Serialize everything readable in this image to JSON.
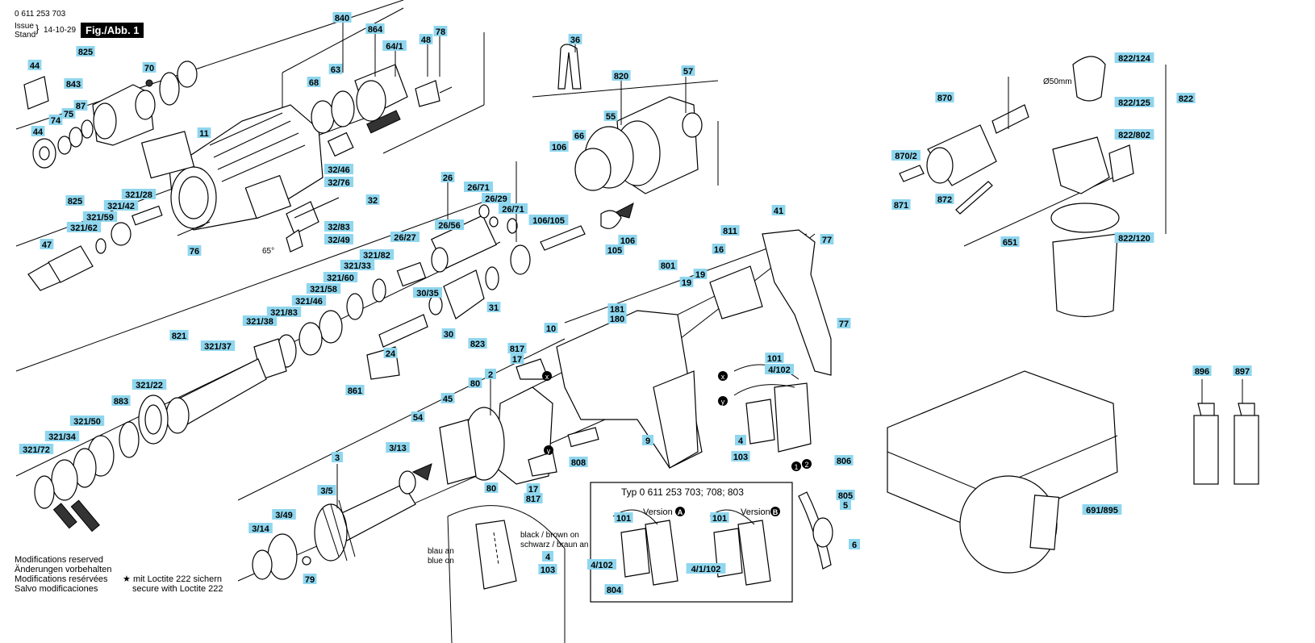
{
  "header": {
    "doc_number": "0 611 253 703",
    "issue_label": "Issue",
    "stand_label": "Stand",
    "issue_date": "14-10-29",
    "fig_label": "Fig./Abb. 1"
  },
  "notes": {
    "lines": [
      "Modifications reserved",
      "Änderungen vorbehalten",
      "Modifications resérvées",
      "Salvo modificaciones"
    ],
    "loctite_de": "mit Loctite 222 sichern",
    "loctite_en": "secure with Loctite 222",
    "star": "★"
  },
  "angle_label": "65°",
  "diameter_label": "Ø50mm",
  "version_box": {
    "title": "Typ 0 611 253 703; 708; 803",
    "version_a": "Version",
    "version_b": "Version",
    "badge_a": "A",
    "badge_b": "B"
  },
  "wiring_detail": {
    "left_de": "blau an",
    "left_en": "blue on",
    "right_en": "black / brown on",
    "right_de": "schwarz / braun an"
  },
  "callouts": [
    {
      "id": "c1",
      "text": "840"
    },
    {
      "id": "c2",
      "text": "864"
    },
    {
      "id": "c3",
      "text": "78"
    },
    {
      "id": "c4",
      "text": "64/1"
    },
    {
      "id": "c5",
      "text": "48"
    },
    {
      "id": "c6",
      "text": "825"
    },
    {
      "id": "c7",
      "text": "44"
    },
    {
      "id": "c8",
      "text": "843"
    },
    {
      "id": "c9",
      "text": "70"
    },
    {
      "id": "c10",
      "text": "68"
    },
    {
      "id": "c11",
      "text": "63"
    },
    {
      "id": "c12",
      "text": "87"
    },
    {
      "id": "c13",
      "text": "74"
    },
    {
      "id": "c14",
      "text": "75"
    },
    {
      "id": "c15",
      "text": "44"
    },
    {
      "id": "c16",
      "text": "11"
    },
    {
      "id": "c17",
      "text": "32/46"
    },
    {
      "id": "c18",
      "text": "32/76"
    },
    {
      "id": "c19",
      "text": "32"
    },
    {
      "id": "c20",
      "text": "825"
    },
    {
      "id": "c21",
      "text": "321/28"
    },
    {
      "id": "c22",
      "text": "321/42"
    },
    {
      "id": "c23",
      "text": "321/59"
    },
    {
      "id": "c24",
      "text": "321/62"
    },
    {
      "id": "c25",
      "text": "47"
    },
    {
      "id": "c26",
      "text": "76"
    },
    {
      "id": "c27",
      "text": "32/83"
    },
    {
      "id": "c28",
      "text": "32/49"
    },
    {
      "id": "c29",
      "text": "36"
    },
    {
      "id": "c30",
      "text": "820"
    },
    {
      "id": "c31",
      "text": "57"
    },
    {
      "id": "c32",
      "text": "55"
    },
    {
      "id": "c33",
      "text": "66"
    },
    {
      "id": "c34",
      "text": "106"
    },
    {
      "id": "c35",
      "text": "106/105"
    },
    {
      "id": "c36",
      "text": "106"
    },
    {
      "id": "c37",
      "text": "105"
    },
    {
      "id": "c38",
      "text": "26"
    },
    {
      "id": "c39",
      "text": "26/71"
    },
    {
      "id": "c40",
      "text": "26/29"
    },
    {
      "id": "c41",
      "text": "26/71"
    },
    {
      "id": "c42",
      "text": "26/56"
    },
    {
      "id": "c43",
      "text": "26/27"
    },
    {
      "id": "c44",
      "text": "321/82"
    },
    {
      "id": "c45",
      "text": "321/33"
    },
    {
      "id": "c46",
      "text": "321/60"
    },
    {
      "id": "c47",
      "text": "321/58"
    },
    {
      "id": "c48",
      "text": "321/46"
    },
    {
      "id": "c49",
      "text": "321/83"
    },
    {
      "id": "c50",
      "text": "321/38"
    },
    {
      "id": "c51",
      "text": "30/35"
    },
    {
      "id": "c52",
      "text": "31"
    },
    {
      "id": "c53",
      "text": "30"
    },
    {
      "id": "c54",
      "text": "24"
    },
    {
      "id": "c55",
      "text": "823"
    },
    {
      "id": "c56",
      "text": "821"
    },
    {
      "id": "c57",
      "text": "321/37"
    },
    {
      "id": "c58",
      "text": "321/22"
    },
    {
      "id": "c59",
      "text": "883"
    },
    {
      "id": "c60",
      "text": "321/50"
    },
    {
      "id": "c61",
      "text": "321/34"
    },
    {
      "id": "c62",
      "text": "321/72"
    },
    {
      "id": "c63",
      "text": "861"
    },
    {
      "id": "c64",
      "text": "10"
    },
    {
      "id": "c65",
      "text": "181"
    },
    {
      "id": "c66",
      "text": "180"
    },
    {
      "id": "c67",
      "text": "817"
    },
    {
      "id": "c68",
      "text": "17"
    },
    {
      "id": "c69",
      "text": "801"
    },
    {
      "id": "c70",
      "text": "811"
    },
    {
      "id": "c71",
      "text": "16"
    },
    {
      "id": "c72",
      "text": "19"
    },
    {
      "id": "c73",
      "text": "19"
    },
    {
      "id": "c74",
      "text": "41"
    },
    {
      "id": "c75",
      "text": "77"
    },
    {
      "id": "c76",
      "text": "77"
    },
    {
      "id": "c77",
      "text": "101"
    },
    {
      "id": "c78",
      "text": "4/102"
    },
    {
      "id": "c79",
      "text": "4"
    },
    {
      "id": "c80",
      "text": "103"
    },
    {
      "id": "c81",
      "text": "806"
    },
    {
      "id": "c82",
      "text": "805"
    },
    {
      "id": "c83",
      "text": "5"
    },
    {
      "id": "c84",
      "text": "6"
    },
    {
      "id": "c85",
      "text": "2"
    },
    {
      "id": "c86",
      "text": "80"
    },
    {
      "id": "c87",
      "text": "45"
    },
    {
      "id": "c88",
      "text": "9"
    },
    {
      "id": "c89",
      "text": "54"
    },
    {
      "id": "c90",
      "text": "3/13"
    },
    {
      "id": "c91",
      "text": "3"
    },
    {
      "id": "c92",
      "text": "3/5"
    },
    {
      "id": "c93",
      "text": "3/49"
    },
    {
      "id": "c94",
      "text": "3/14"
    },
    {
      "id": "c95",
      "text": "79"
    },
    {
      "id": "c96",
      "text": "80"
    },
    {
      "id": "c97",
      "text": "17"
    },
    {
      "id": "c98",
      "text": "817"
    },
    {
      "id": "c99",
      "text": "808"
    },
    {
      "id": "c100",
      "text": "4"
    },
    {
      "id": "c101",
      "text": "103"
    },
    {
      "id": "c102",
      "text": "101"
    },
    {
      "id": "c103",
      "text": "4/102"
    },
    {
      "id": "c104",
      "text": "804"
    },
    {
      "id": "c105",
      "text": "101"
    },
    {
      "id": "c106",
      "text": "4/1/102"
    },
    {
      "id": "c107",
      "text": "870"
    },
    {
      "id": "c108",
      "text": "870/2"
    },
    {
      "id": "c109",
      "text": "871"
    },
    {
      "id": "c110",
      "text": "872"
    },
    {
      "id": "c111",
      "text": "651"
    },
    {
      "id": "c112",
      "text": "822/124"
    },
    {
      "id": "c113",
      "text": "822/125"
    },
    {
      "id": "c114",
      "text": "822"
    },
    {
      "id": "c115",
      "text": "822/802"
    },
    {
      "id": "c116",
      "text": "822/120"
    },
    {
      "id": "c117",
      "text": "896"
    },
    {
      "id": "c118",
      "text": "897"
    },
    {
      "id": "c119",
      "text": "691/895"
    }
  ],
  "wire_markers": [
    "1",
    "2",
    "x",
    "y"
  ]
}
